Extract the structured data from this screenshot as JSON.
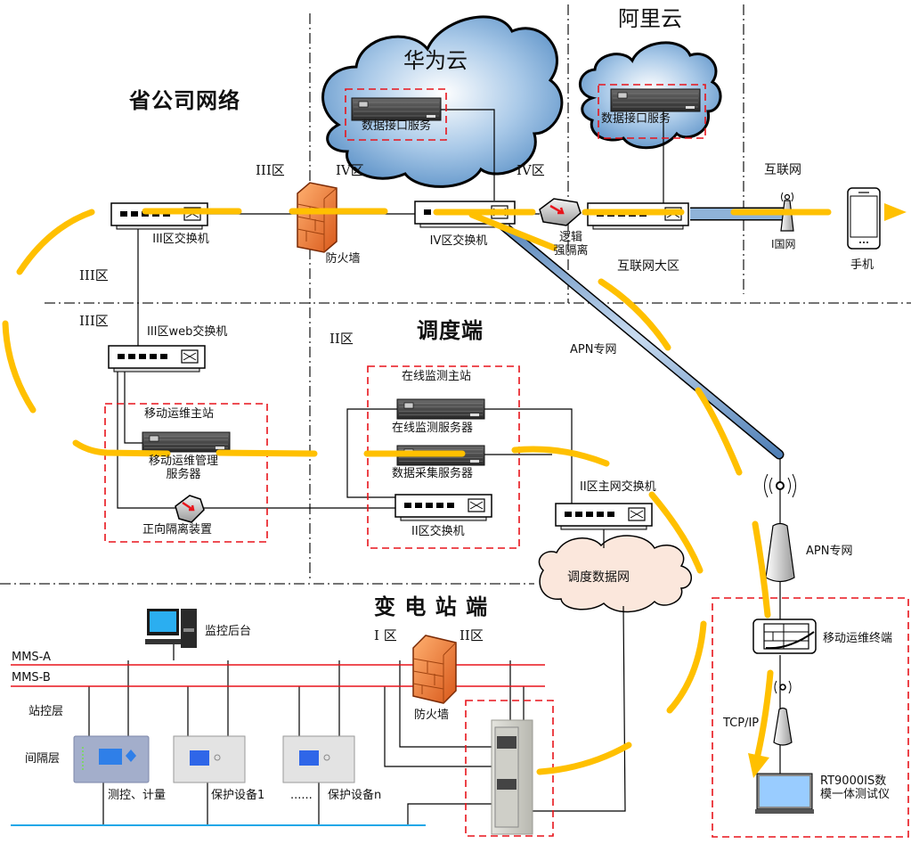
{
  "colors": {
    "orange_flow": "#FFC000",
    "red_bus": "#E8141B",
    "blue_bus": "#21A8E8",
    "red_dashed_box": "#E8141B",
    "apn_pipe": "#7FA6D0",
    "firewall": "#F08030",
    "cloud_blue": "#8EB4DA",
    "dispatch_cloud": "#FBE7DC"
  },
  "regions": {
    "province_network": "省公司网络",
    "huawei_cloud": "华为云",
    "aliyun": "阿里云",
    "dispatch_end": "调度端",
    "substation_end": "变 电 站 端"
  },
  "zones": {
    "zone3_top": "III区",
    "zone3_left_a": "III区",
    "zone3_left_b": "III区",
    "zone4_left": "IV区",
    "zone4_right": "IV区",
    "zone2_dispatch": "II区",
    "internet": "互联网",
    "internet_big_zone": "互联网大区",
    "substation_zone1": "I 区",
    "substation_zone2": "II区"
  },
  "devices": {
    "zone3_switch": "III区交换机",
    "firewall_top": "防火墙",
    "zone4_switch": "IV区交换机",
    "huawei_server": "数据接口服务",
    "aliyun_server": "数据接口服务",
    "logic_isolation": "逻辑\n强隔离",
    "i_guowang": "I国网",
    "phone": "手机",
    "zone3_web_switch": "III区web交换机",
    "mobile_ops_master": "移动运维主站",
    "mobile_ops_server": "移动运维管理\n服务器",
    "forward_isolation": "正向隔离装置",
    "online_monitor_master": "在线监测主站",
    "online_monitor_server": "在线监测服务器",
    "data_acq_server": "数据采集服务器",
    "zone2_switch": "II区交换机",
    "zone2_main_switch": "II区主网交换机",
    "dispatch_data_net": "调度数据网",
    "apn_label_mid": "APN专网",
    "apn_label_tower": "APN专网",
    "mobile_ops_terminal": "移动运维终端",
    "tcp_ip": "TCP/IP",
    "tester": "RT9000IS数\n模一体测试仪",
    "monitor_backend": "监控后台",
    "firewall_bottom": "防火墙"
  },
  "substation": {
    "mms_a": "MMS-A",
    "mms_b": "MMS-B",
    "station_layer": "站控层",
    "bay_layer": "间隔层",
    "measure_control": "测控、计量",
    "protection_1": "保护设备1",
    "ellipsis": "......",
    "protection_n": "保护设备n"
  }
}
